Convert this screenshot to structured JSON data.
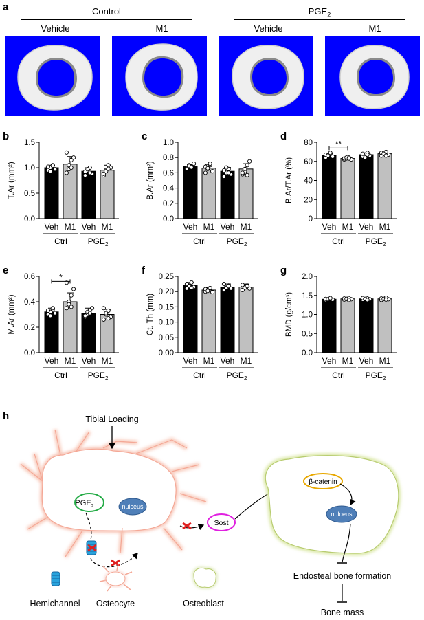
{
  "panel_a": {
    "label": "a",
    "group_control": "Control",
    "group_pge2": "PGE",
    "group_pge2_sub": "2",
    "cols": [
      "Vehicle",
      "M1",
      "Vehicle",
      "M1"
    ]
  },
  "panel_labels": {
    "b": "b",
    "c": "c",
    "d": "d",
    "e": "e",
    "f": "f",
    "g": "g",
    "h": "h"
  },
  "colors": {
    "veh": "#000000",
    "m1": "#c0c0c0",
    "background_ct": "#0000ff"
  },
  "chart_data": [
    {
      "id": "b",
      "type": "bar",
      "ylabel": "T.Ar (mm²)",
      "categories": [
        "Veh",
        "M1",
        "Veh",
        "M1"
      ],
      "groups": [
        "Ctrl",
        "PGE₂"
      ],
      "values": [
        1.0,
        1.07,
        0.93,
        0.95
      ],
      "errors": [
        0.05,
        0.15,
        0.07,
        0.1
      ],
      "ylim": [
        0,
        1.5
      ],
      "ticks": [
        "0.0",
        "0.5",
        "1.0",
        "1.5"
      ],
      "points": [
        [
          0.95,
          1.0,
          1.05,
          0.97,
          1.02,
          0.93,
          1.04
        ],
        [
          0.9,
          1.05,
          1.15,
          1.2,
          1.3,
          0.97,
          1.0
        ],
        [
          0.85,
          0.95,
          1.0,
          0.88,
          0.92,
          0.97,
          0.9
        ],
        [
          0.85,
          0.95,
          1.05,
          1.0,
          0.88,
          0.93,
          0.98
        ]
      ],
      "sig": null
    },
    {
      "id": "c",
      "type": "bar",
      "ylabel": "B.Ar (mm²)",
      "categories": [
        "Veh",
        "M1",
        "Veh",
        "M1"
      ],
      "groups": [
        "Ctrl",
        "PGE₂"
      ],
      "values": [
        0.68,
        0.66,
        0.62,
        0.65
      ],
      "errors": [
        0.03,
        0.05,
        0.05,
        0.07
      ],
      "ylim": [
        0,
        1.0
      ],
      "ticks": [
        "0.0",
        "0.2",
        "0.4",
        "0.6",
        "0.8",
        "1.0"
      ],
      "points": [
        [
          0.66,
          0.7,
          0.68,
          0.72,
          0.65,
          0.69,
          0.67
        ],
        [
          0.6,
          0.65,
          0.7,
          0.62,
          0.68,
          0.66,
          0.72
        ],
        [
          0.55,
          0.6,
          0.65,
          0.58,
          0.63,
          0.67,
          0.6
        ],
        [
          0.58,
          0.62,
          0.7,
          0.75,
          0.6,
          0.65,
          0.57
        ]
      ],
      "sig": null
    },
    {
      "id": "d",
      "type": "bar",
      "ylabel": "B.Ar/T.Ar (%)",
      "categories": [
        "Veh",
        "M1",
        "Veh",
        "M1"
      ],
      "groups": [
        "Ctrl",
        "PGE₂"
      ],
      "values": [
        66,
        63,
        67,
        68
      ],
      "errors": [
        2,
        1.5,
        2,
        2
      ],
      "ylim": [
        0,
        80
      ],
      "ticks": [
        "0",
        "20",
        "40",
        "60",
        "80"
      ],
      "points": [
        [
          64,
          66,
          68,
          65,
          67,
          66,
          69
        ],
        [
          62,
          63,
          64,
          62,
          63,
          64,
          63
        ],
        [
          65,
          67,
          69,
          66,
          68,
          64,
          67
        ],
        [
          66,
          68,
          70,
          67,
          69,
          68,
          66
        ]
      ],
      "sig": {
        "from": 0,
        "to": 1,
        "label": "**",
        "y": 74
      }
    },
    {
      "id": "e",
      "type": "bar",
      "ylabel": "M.Ar (mm²)",
      "categories": [
        "Veh",
        "M1",
        "Veh",
        "M1"
      ],
      "groups": [
        "Ctrl",
        "PGE₂"
      ],
      "values": [
        0.32,
        0.4,
        0.31,
        0.3
      ],
      "errors": [
        0.03,
        0.07,
        0.04,
        0.04
      ],
      "ylim": [
        0,
        0.6
      ],
      "ticks": [
        "0.0",
        "0.2",
        "0.4",
        "0.6"
      ],
      "points": [
        [
          0.3,
          0.32,
          0.34,
          0.31,
          0.33,
          0.29,
          0.35
        ],
        [
          0.35,
          0.4,
          0.45,
          0.5,
          0.55,
          0.38,
          0.36
        ],
        [
          0.28,
          0.3,
          0.33,
          0.35,
          0.29,
          0.32,
          0.31
        ],
        [
          0.26,
          0.3,
          0.33,
          0.28,
          0.35,
          0.31,
          0.27
        ]
      ],
      "sig": {
        "from": 0,
        "to": 1,
        "label": "*",
        "y": 0.56
      }
    },
    {
      "id": "f",
      "type": "bar",
      "ylabel": "Ct. Th (mm)",
      "categories": [
        "Veh",
        "M1",
        "Veh",
        "M1"
      ],
      "groups": [
        "Ctrl",
        "PGE₂"
      ],
      "values": [
        0.22,
        0.205,
        0.215,
        0.215
      ],
      "errors": [
        0.01,
        0.008,
        0.01,
        0.01
      ],
      "ylim": [
        0,
        0.25
      ],
      "ticks": [
        "0.00",
        "0.05",
        "0.10",
        "0.15",
        "0.20",
        "0.25"
      ],
      "points": [
        [
          0.21,
          0.22,
          0.23,
          0.215,
          0.225,
          0.218,
          0.212
        ],
        [
          0.2,
          0.205,
          0.21,
          0.198,
          0.208,
          0.202,
          0.212
        ],
        [
          0.205,
          0.215,
          0.22,
          0.21,
          0.225,
          0.212,
          0.218
        ],
        [
          0.205,
          0.215,
          0.22,
          0.21,
          0.222,
          0.213,
          0.218
        ]
      ],
      "sig": null
    },
    {
      "id": "g",
      "type": "bar",
      "ylabel": "BMD (g/cm³)",
      "categories": [
        "Veh",
        "M1",
        "Veh",
        "M1"
      ],
      "groups": [
        "Ctrl",
        "PGE₂"
      ],
      "values": [
        1.4,
        1.41,
        1.41,
        1.41
      ],
      "errors": [
        0.03,
        0.03,
        0.03,
        0.03
      ],
      "ylim": [
        0,
        2.0
      ],
      "ticks": [
        "0.0",
        "0.5",
        "1.0",
        "1.5",
        "2.0"
      ],
      "points": [
        [
          1.38,
          1.4,
          1.42,
          1.39,
          1.41,
          1.4,
          1.43
        ],
        [
          1.39,
          1.41,
          1.43,
          1.4,
          1.42,
          1.41,
          1.38
        ],
        [
          1.39,
          1.41,
          1.42,
          1.4,
          1.43,
          1.41,
          1.38
        ],
        [
          1.38,
          1.41,
          1.44,
          1.4,
          1.42,
          1.41,
          1.39
        ]
      ],
      "sig": null
    }
  ],
  "panel_h": {
    "label": "h",
    "tibial_loading": "Tibial Loading",
    "pge2": "PGE",
    "pge2_sub": "2",
    "nucleus_osteocyte": "nulceus",
    "sost": "Sost",
    "beta_catenin": "β-catenin",
    "nucleus_osteoblast": "nulceus",
    "endosteal": "Endosteal bone formation",
    "bone_mass": "Bone mass",
    "legend": [
      "Hemichannel",
      "Osteocyte",
      "Osteoblast"
    ]
  }
}
